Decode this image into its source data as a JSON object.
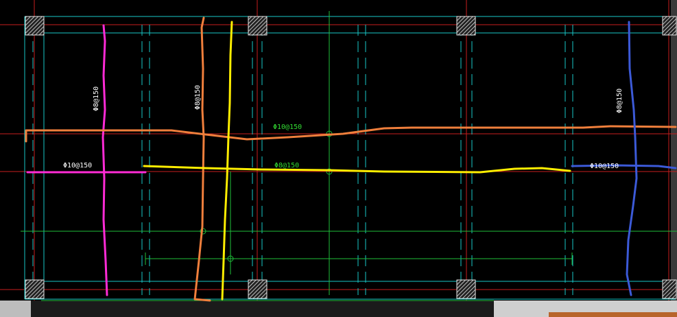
{
  "colors": {
    "background": "#000000",
    "axis_red": "#c81e1e",
    "beam_cyan": "#19c7c7",
    "dim_green": "#1fbf3a",
    "column_hatch": "#e8e8e8",
    "rebar_magenta": "#ff2bd6",
    "rebar_orange": "#f07f3c",
    "rebar_yellow": "#ffee00",
    "rebar_blue": "#3c5ad8",
    "label_white": "#ffffff",
    "label_green": "#33dd33"
  },
  "labels": {
    "magenta_vertical": "Φ8@150",
    "magenta_horizontal": "Φ10@150",
    "orange_vertical": "Φ8@150",
    "orange_horizontal": "Φ10@150",
    "yellow_horizontal": "Φ8@150",
    "blue_vertical": "Φ8@150",
    "blue_horizontal": "Φ10@150"
  },
  "icons": {
    "column": "hatched-square-column-icon",
    "axis_node": "circle-node-icon"
  }
}
